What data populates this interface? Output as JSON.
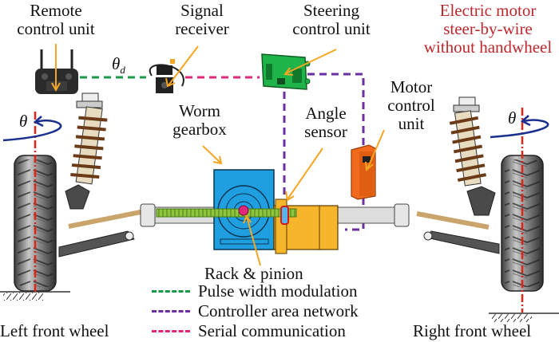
{
  "title": "Electric motor steer-by-wire without handwheel",
  "colors": {
    "pwm": "#1a9a48",
    "can": "#6a2fa0",
    "serial": "#e0287a",
    "title": "#c0272d",
    "arrow": "#f5a623",
    "worm_gearbox": "#1f9ee0",
    "motor": "#f7b52c",
    "motor_control_unit": "#f26a1b",
    "steering_control_unit": "#1fb44a",
    "rack": "#8cc63f",
    "rotation_arrow": "#1a2f8f",
    "axis_line": "#e2231a"
  },
  "labels": {
    "remote_control_unit": [
      "Remote",
      "control unit"
    ],
    "signal_receiver": [
      "Signal",
      "receiver"
    ],
    "steering_control_unit": [
      "Steering",
      "control unit"
    ],
    "title_lines": [
      "Electric motor",
      "steer-by-wire",
      "without handwheel"
    ],
    "motor_control_unit": [
      "Motor",
      "control",
      "unit"
    ],
    "worm_gearbox": [
      "Worm",
      "gearbox"
    ],
    "angle_sensor": [
      "Angle",
      "sensor"
    ],
    "rack_pinion": "Rack & pinion",
    "left_wheel": "Left front wheel",
    "right_wheel": "Right front wheel",
    "theta_d": "θ",
    "theta_d_sub": "d",
    "theta_left": "θ",
    "theta_right": "θ"
  },
  "legend": [
    {
      "label": "Pulse width modulation",
      "color_key": "pwm"
    },
    {
      "label": "Controller area network",
      "color_key": "can"
    },
    {
      "label": "Serial communication",
      "color_key": "serial"
    }
  ]
}
